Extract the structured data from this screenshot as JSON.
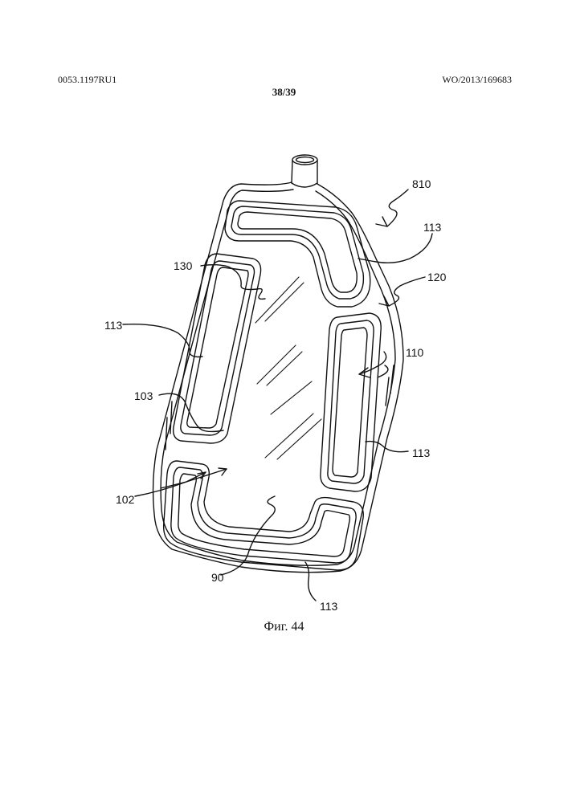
{
  "header": {
    "doc_code": "0053.1197RU1",
    "pub_number": "WO/2013/169683",
    "page": "38/39"
  },
  "figure": {
    "caption": "Фиг. 44",
    "labels": {
      "l810": "810",
      "l113a": "113",
      "l120": "120",
      "l130": "130",
      "l113b": "113",
      "l110": "110",
      "l103": "103",
      "l113c": "113",
      "l102": "102",
      "l90": "90",
      "l113d": "113"
    }
  }
}
